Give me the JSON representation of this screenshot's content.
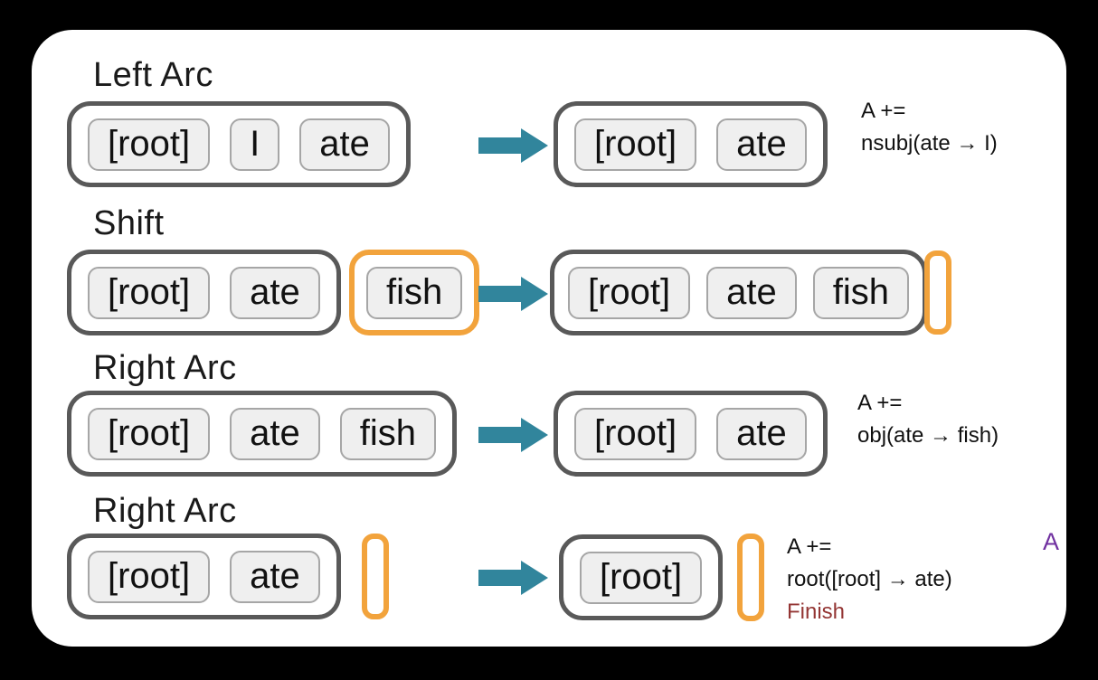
{
  "slide": {
    "rows": [
      {
        "title": "Left Arc",
        "left_stack": [
          "[root]",
          "I",
          "ate"
        ],
        "right_stack": [
          "[root]",
          "ate"
        ],
        "annotation_line1": "A +=",
        "annotation_line2": "nsubj(ate → I)"
      },
      {
        "title": "Shift",
        "left_stack": [
          "[root]",
          "ate"
        ],
        "left_buffer": [
          "fish"
        ],
        "right_stack": [
          "[root]",
          "ate",
          "fish"
        ]
      },
      {
        "title": "Right Arc",
        "left_stack": [
          "[root]",
          "ate",
          "fish"
        ],
        "right_stack": [
          "[root]",
          "ate"
        ],
        "annotation_line1": "A +=",
        "annotation_line2": "obj(ate → fish)"
      },
      {
        "title": "Right Arc",
        "left_stack": [
          "[root]",
          "ate"
        ],
        "right_stack": [
          "[root]"
        ],
        "annotation_line1": "A +=",
        "annotation_line2": "root([root] → ate)",
        "annotation_line3": "Finish"
      }
    ],
    "corner_label": "A"
  },
  "icons": {
    "transition_arrow": "right-block-arrow"
  },
  "colors": {
    "arrow_teal": "#31859C",
    "buffer_orange": "#F2A33C",
    "stack_border_gray": "#595959",
    "word_fill": "#EFEFEF",
    "word_border": "#A6A6A6",
    "finish_red": "#943634",
    "corner_purple": "#7030A0",
    "slide_background": "#FFFFFF",
    "page_background": "#000000"
  }
}
